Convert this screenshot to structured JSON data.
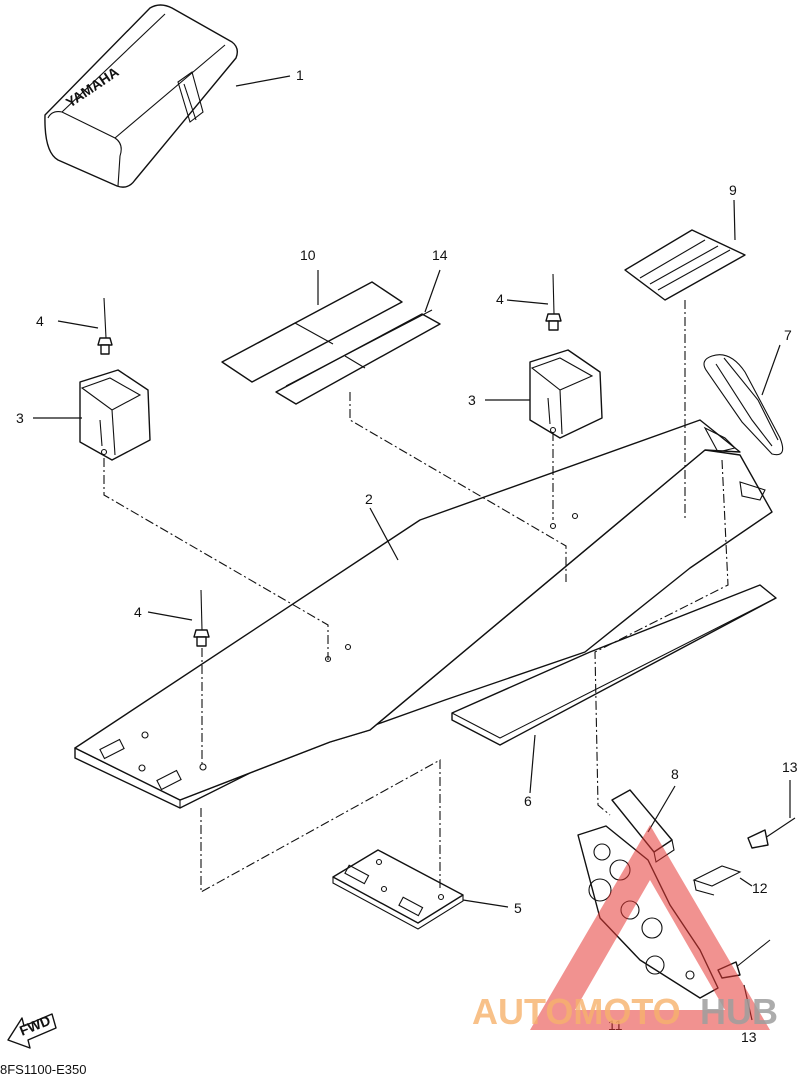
{
  "diagram": {
    "code": "8FS1100-E350",
    "fwd_label": "FWD",
    "cover_brand": "YAMAHA",
    "callouts": [
      "1",
      "2",
      "3",
      "3",
      "4",
      "4",
      "4",
      "5",
      "6",
      "7",
      "8",
      "9",
      "10",
      "11",
      "12",
      "13",
      "13",
      "14"
    ]
  },
  "watermark": {
    "part1": "AUTOMOTO",
    "part2": "HUB",
    "color1": "#f6b26b",
    "color2": "#9e9e9e",
    "triangle_color": "#e53935"
  }
}
